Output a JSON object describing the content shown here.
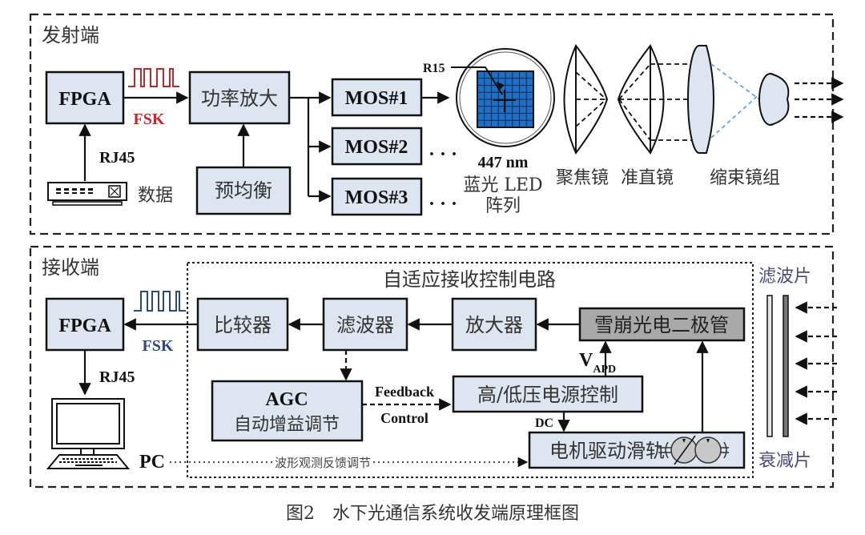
{
  "transmitter": {
    "title": "发射端",
    "fpga": "FPGA",
    "fsk": "FSK",
    "fsk_color": "#c0282d",
    "power_amp": "功率放大",
    "pre_eq": "预均衡",
    "rj45": "RJ45",
    "data": "数据",
    "mos": [
      "MOS#1",
      "MOS#2",
      "MOS#3"
    ],
    "ellipsis": "· · ·",
    "r15": "R15",
    "led_wavelength": "447 nm",
    "led_line2": "蓝光 LED",
    "led_line3": "阵列",
    "led_color": "#1f6fc5",
    "focus_lens": "聚焦镜",
    "collimator": "准直镜",
    "beam_reducer": "缩束镜组"
  },
  "receiver": {
    "title": "接收端",
    "adaptive_title": "自适应接收控制电路",
    "fpga": "FPGA",
    "fsk": "FSK",
    "fsk_color": "#2f4a7a",
    "rj45": "RJ45",
    "pc": "PC",
    "comparator": "比较器",
    "filter": "滤波器",
    "amplifier": "放大器",
    "apd": "雪崩光电二极管",
    "agc_title": "AGC",
    "agc_sub": "自动增益调节",
    "feedback": "Feedback",
    "control": "Control",
    "hv_lv": "高/低压电源控制",
    "vapd_main": "V",
    "vapd_sub": "APD",
    "dc": "DC",
    "motor_rail": "电机驱动滑轨",
    "waveform_feedback": "波形观测反馈调节",
    "filter_sheet": "滤波片",
    "attenuator": "衰减片"
  },
  "caption": "图2　水下光通信系统收发端原理框图"
}
